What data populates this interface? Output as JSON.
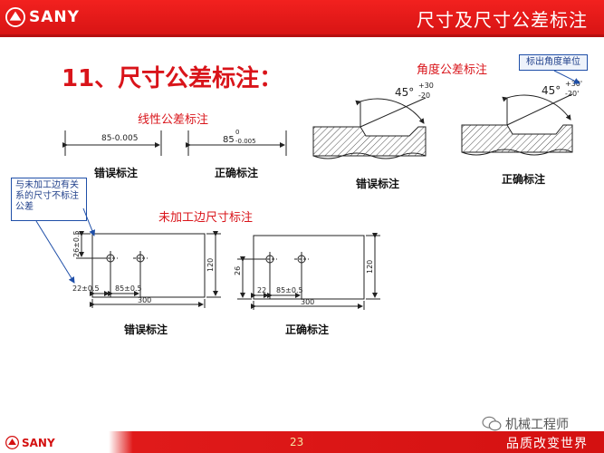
{
  "header": {
    "brand": "SANY",
    "title": "尺寸及尺寸公差标注"
  },
  "section_title": "11、尺寸公差标注：",
  "labels": {
    "linear_tolerance": "线性公差标注",
    "angle_tolerance": "角度公差标注",
    "unit_note": "标出角度单位",
    "wrong_1": "错误标注",
    "right_1": "正确标注",
    "wrong_2": "错误标注",
    "right_2": "正确标注",
    "unmachined": "未加工边尺寸标注",
    "wrong_3": "错误标注",
    "right_3": "正确标注",
    "note_box": "与未加工边有关系的尺寸不标注公差"
  },
  "dims": {
    "wrong_linear": "85-0.005",
    "right_linear_main": "85",
    "right_linear_upper": "0",
    "right_linear_lower": "-0.005",
    "angle_base": "45°",
    "angle_upper_wrong": "+30",
    "angle_lower_wrong": "-20",
    "angle_upper_right": "+30'",
    "angle_lower_right": "-20'",
    "w_height": "26±0.5",
    "w_left": "22±0.5",
    "w_mid": "85±0.5",
    "w_total": "300",
    "w_right": "120",
    "r_height": "26",
    "r_left": "22",
    "r_mid": "85±0.5",
    "r_total": "300",
    "r_right": "120"
  },
  "footer": {
    "brand": "SANY",
    "page": "23",
    "slogan": "品质改变世界"
  },
  "watermark": "机械工程师",
  "colors": {
    "brand_red": "#d9141a",
    "note_blue": "#1f4fa8"
  }
}
